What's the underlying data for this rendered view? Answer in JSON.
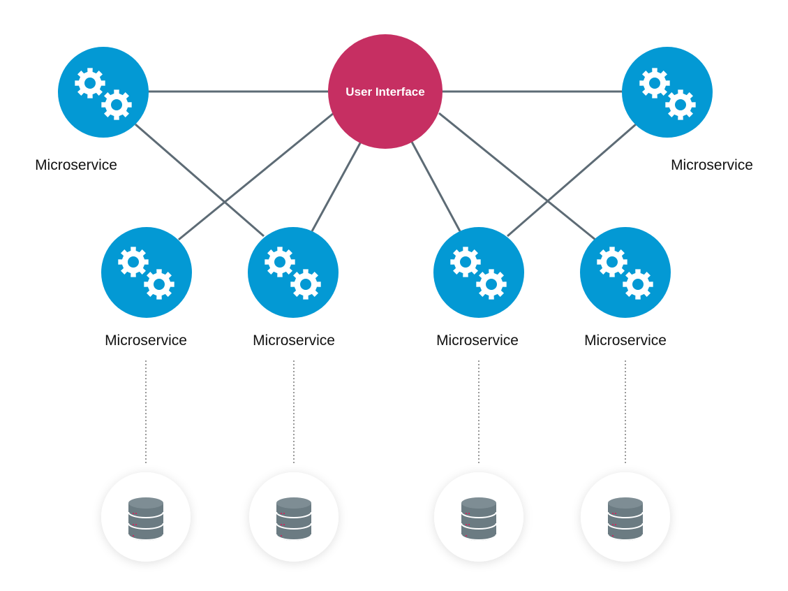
{
  "colors": {
    "microservice_fill": "#0399d4",
    "user_interface_fill": "#c62f62",
    "connector": "#5d6b75",
    "database_circle_fill": "#ffffff",
    "database_icon": "#6b7b82",
    "database_dots": "#c62f62",
    "gear_icon": "#ffffff"
  },
  "user_interface": {
    "label": "User Interface"
  },
  "microservices": [
    {
      "label": "Microservice",
      "icon": "gears-icon"
    },
    {
      "label": "Microservice",
      "icon": "gears-icon"
    },
    {
      "label": "Microservice",
      "icon": "gears-icon"
    },
    {
      "label": "Microservice",
      "icon": "gears-icon"
    },
    {
      "label": "Microservice",
      "icon": "gears-icon"
    },
    {
      "label": "Microservice",
      "icon": "gears-icon"
    }
  ],
  "databases": [
    {
      "icon": "database-icon"
    },
    {
      "icon": "database-icon"
    },
    {
      "icon": "database-icon"
    },
    {
      "icon": "database-icon"
    }
  ]
}
